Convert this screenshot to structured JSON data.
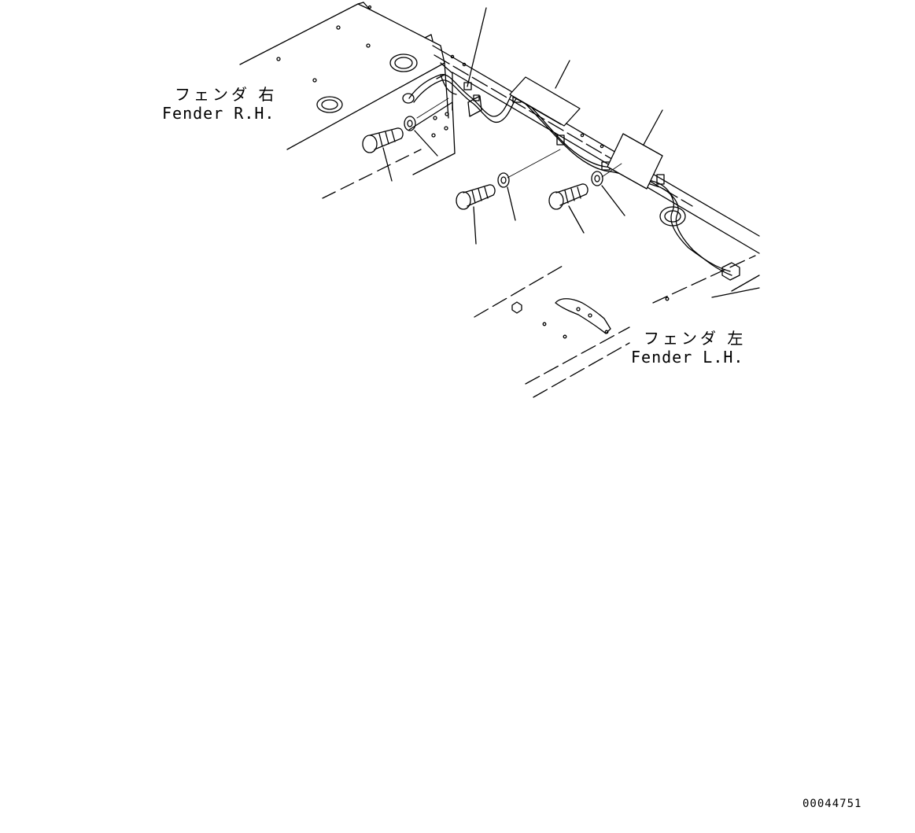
{
  "labels": {
    "fender_rh_jp": "フェンダ 右",
    "fender_rh_en": "Fender R.H.",
    "fender_lh_jp": "フェンダ 左",
    "fender_lh_en": "Fender L.H."
  },
  "drawing_number": "00044751"
}
